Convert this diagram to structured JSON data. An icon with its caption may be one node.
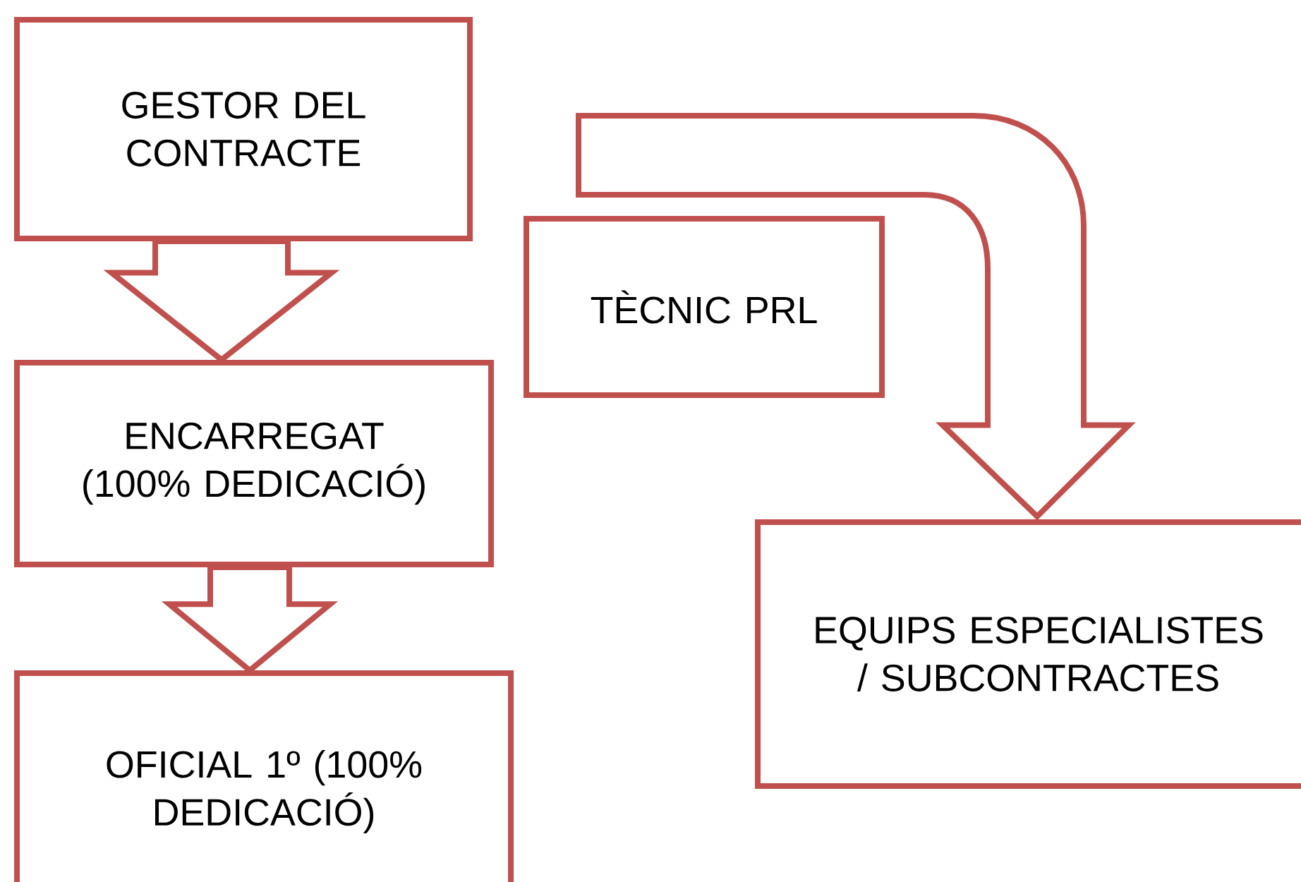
{
  "diagram": {
    "nodes": [
      {
        "text": [
          "GESTOR DEL CONTRACTE"
        ]
      },
      {
        "text": [
          "ENCARREGAT (100% DEDICACIÓ)"
        ]
      },
      {
        "text": [
          "OFICIAL 1º (100% DEDICACIÓ)"
        ]
      },
      {
        "text": [
          "TÈCNIC PRL"
        ]
      },
      {
        "text": [
          "EQUIPS ESPECIALISTES / SUBCONTRACTES"
        ]
      }
    ],
    "edges": [
      {
        "from": 0,
        "to": 1,
        "arrow": "to"
      },
      {
        "from": 1,
        "to": 2,
        "arrow": "to"
      },
      {
        "from": null,
        "to": 4,
        "arrow": "to"
      }
    ]
  }
}
